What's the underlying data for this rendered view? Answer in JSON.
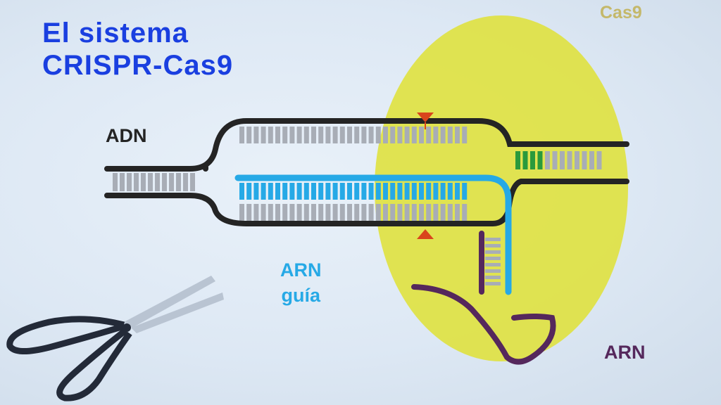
{
  "title_line1": "El sistema",
  "title_line2": "CRISPR-Cas9",
  "label_dna": "ADN",
  "label_guide_line1": "ARN",
  "label_guide_line2": "guía",
  "label_cas9": "Cas9",
  "label_rna": "ARN",
  "colors": {
    "title": "#1a3fe0",
    "dna_strand": "#242424",
    "base": "#a8adb6",
    "pam_base": "#2a9a3c",
    "guide_rna": "#26a9e6",
    "tracr_rna": "#55285c",
    "cas9_protein": "#dfe13a",
    "cas9_label": "#c4b86a",
    "cut_site": "#d9441c",
    "scissors_handle": "#232a38",
    "scissors_blade": "#b9c4d2"
  },
  "icons": [
    "scissors-icon",
    "cut-site-marker-icon"
  ]
}
